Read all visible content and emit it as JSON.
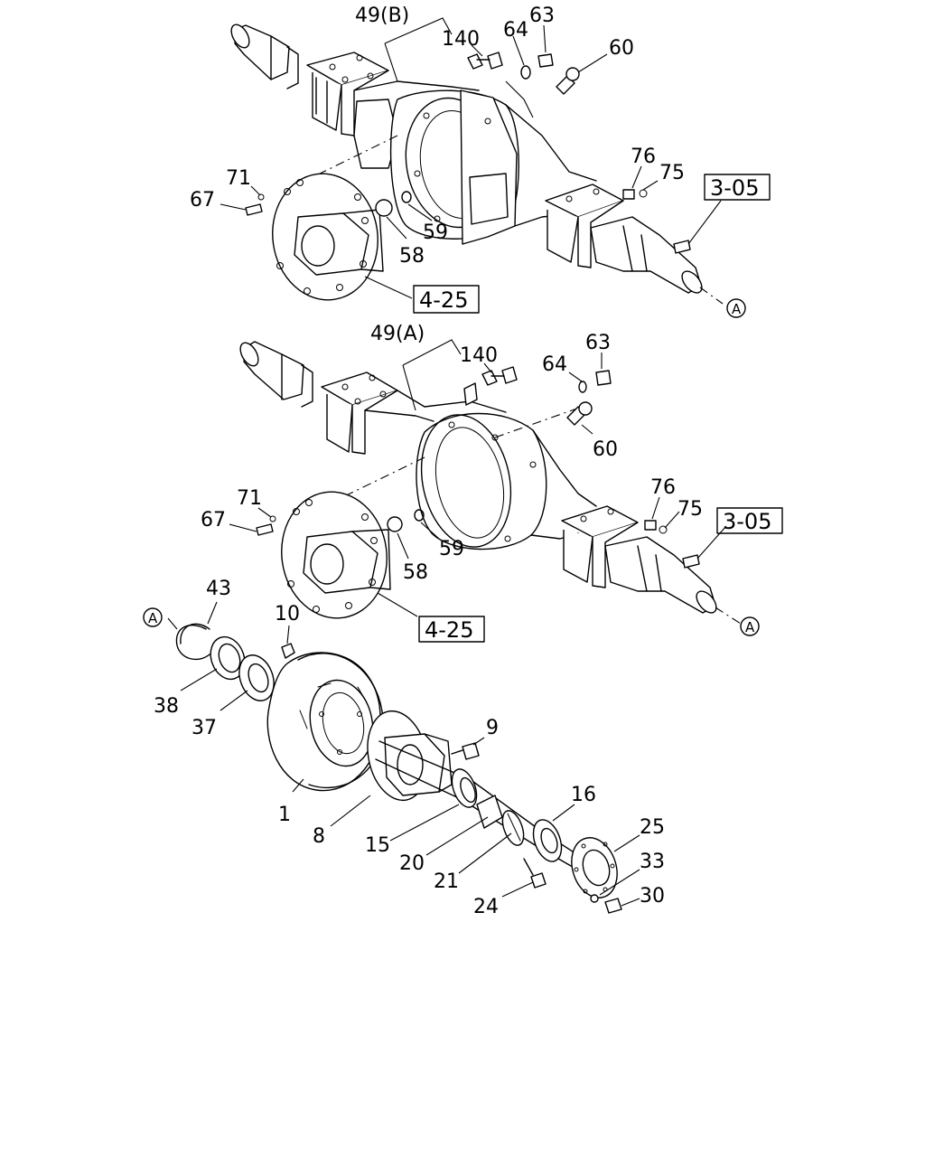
{
  "labels": {
    "upper": {
      "p49b": "49(B)",
      "p140": "140",
      "p64": "64",
      "p63": "63",
      "p60": "60",
      "p71": "71",
      "p67": "67",
      "p58": "58",
      "p59": "59",
      "p76": "76",
      "p75": "75",
      "ref_305": "3-05",
      "ref_425": "4-25",
      "marker_a": "A"
    },
    "middle": {
      "p49a": "49(A)",
      "p140": "140",
      "p64": "64",
      "p63": "63",
      "p60": "60",
      "p71": "71",
      "p67": "67",
      "p58": "58",
      "p59": "59",
      "p76": "76",
      "p75": "75",
      "ref_305": "3-05",
      "ref_425": "4-25",
      "marker_a": "A"
    },
    "lower": {
      "marker_a": "A",
      "p43": "43",
      "p10": "10",
      "p38": "38",
      "p37": "37",
      "p9": "9",
      "p1": "1",
      "p8": "8",
      "p15": "15",
      "p16": "16",
      "p20": "20",
      "p25": "25",
      "p21": "21",
      "p33": "33",
      "p24": "24",
      "p30": "30"
    }
  }
}
